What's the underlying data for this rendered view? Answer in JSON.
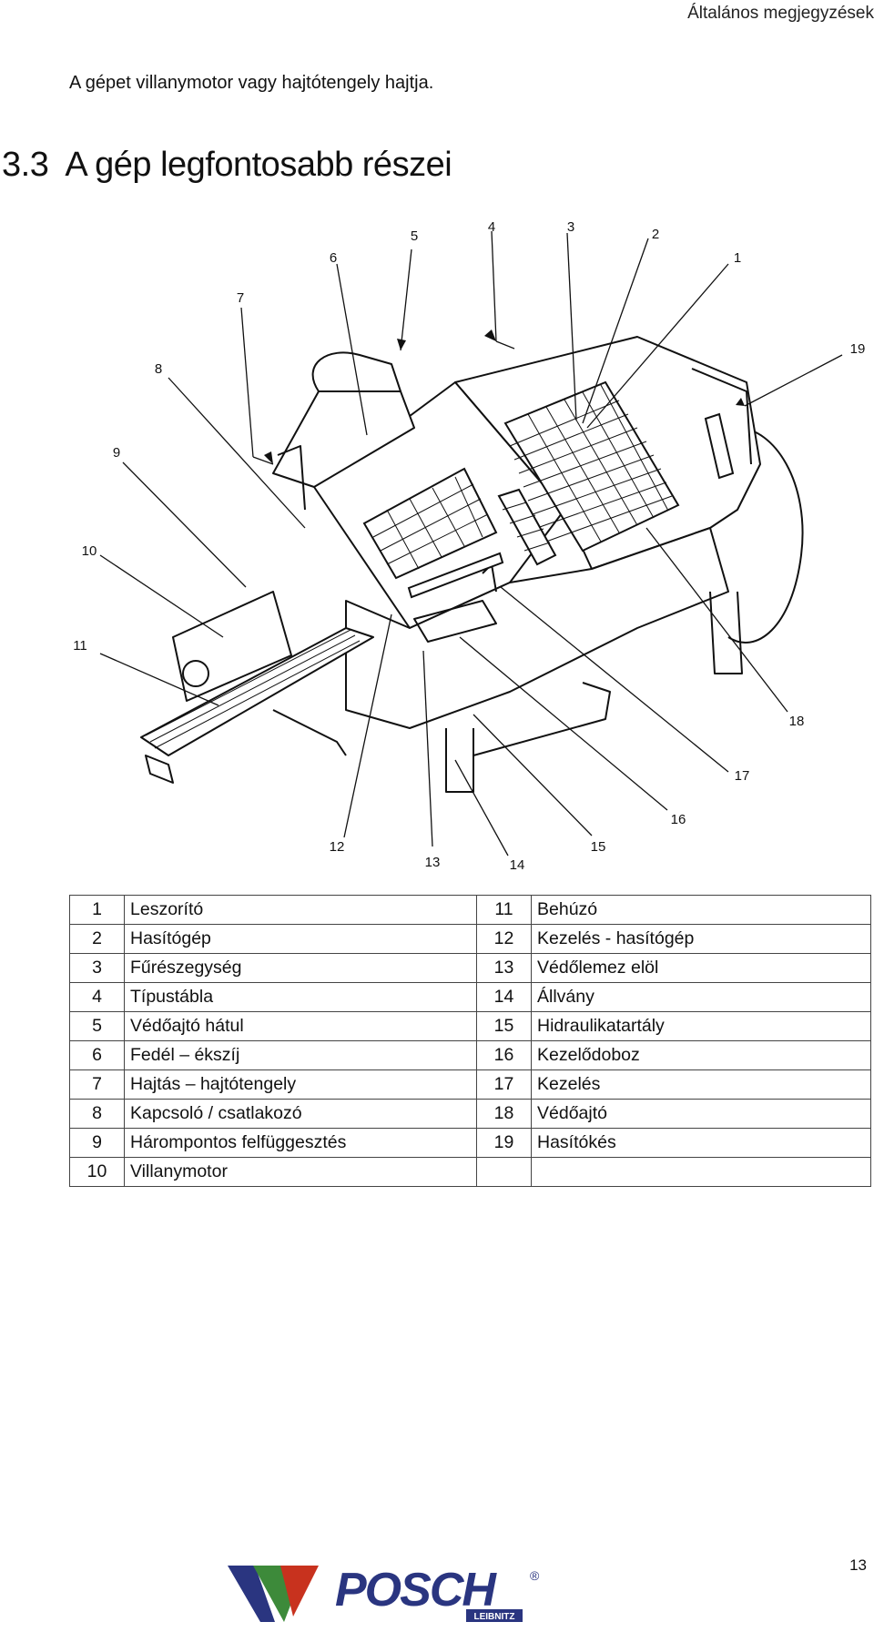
{
  "header": {
    "section_name": "Általános megjegyzések"
  },
  "intro_text": "A gépet villanymotor vagy hajtótengely hajtja.",
  "section": {
    "number": "3.3",
    "title": "A gép legfontosabb részei"
  },
  "diagram": {
    "callouts": [
      "1",
      "2",
      "3",
      "4",
      "5",
      "6",
      "7",
      "8",
      "9",
      "10",
      "11",
      "12",
      "13",
      "14",
      "15",
      "16",
      "17",
      "18",
      "19"
    ]
  },
  "parts_table": [
    {
      "n1": "1",
      "l1": "Leszorító",
      "n2": "11",
      "l2": "Behúzó"
    },
    {
      "n1": "2",
      "l1": "Hasítógép",
      "n2": "12",
      "l2": "Kezelés - hasítógép"
    },
    {
      "n1": "3",
      "l1": "Fűrészegység",
      "n2": "13",
      "l2": "Védőlemez elöl"
    },
    {
      "n1": "4",
      "l1": "Típustábla",
      "n2": "14",
      "l2": "Állvány"
    },
    {
      "n1": "5",
      "l1": "Védőajtó hátul",
      "n2": "15",
      "l2": "Hidraulikatartály"
    },
    {
      "n1": "6",
      "l1": "Fedél – ékszíj",
      "n2": "16",
      "l2": "Kezelődoboz"
    },
    {
      "n1": "7",
      "l1": "Hajtás – hajtótengely",
      "n2": "17",
      "l2": "Kezelés"
    },
    {
      "n1": "8",
      "l1": "Kapcsoló / csatlakozó",
      "n2": "18",
      "l2": "Védőajtó"
    },
    {
      "n1": "9",
      "l1": "Hárompontos felfüggesztés",
      "n2": "19",
      "l2": "Hasítókés"
    },
    {
      "n1": "10",
      "l1": "Villanymotor",
      "n2": "",
      "l2": ""
    }
  ],
  "footer": {
    "logo_text": "POSCH",
    "logo_subtext": "LEIBNITZ",
    "registered_mark": "®",
    "page_number": "13"
  },
  "colors": {
    "logo_blue": "#2a3580",
    "logo_green": "#3d8a3a",
    "logo_red": "#c8321e"
  }
}
